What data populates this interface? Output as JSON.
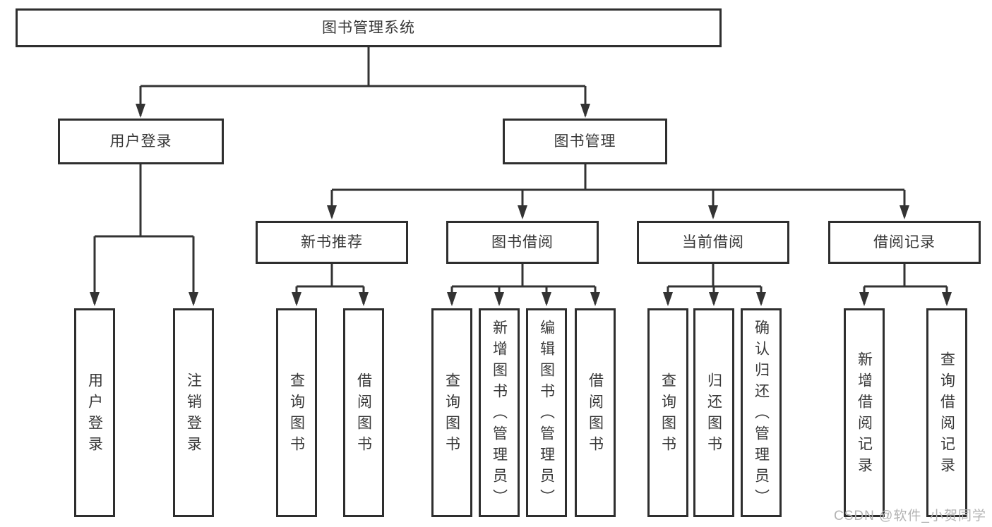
{
  "diagram": {
    "root_label": "图书管理系统",
    "level2": {
      "login": {
        "label": "用户登录",
        "children": [
          "用户登录",
          "注销登录"
        ]
      },
      "manage": {
        "label": "图书管理"
      }
    },
    "level3": [
      {
        "label": "新书推荐",
        "children": [
          "查询图书",
          "借阅图书"
        ]
      },
      {
        "label": "图书借阅",
        "children": [
          "查询图书",
          "新增图书（管理员）",
          "编辑图书（管理员）",
          "借阅图书"
        ]
      },
      {
        "label": "当前借阅",
        "children": [
          "查询图书",
          "归还图书",
          "确认归还（管理员）"
        ]
      },
      {
        "label": "借阅记录",
        "children": [
          "新增借阅记录",
          "查询借阅记录"
        ]
      }
    ]
  },
  "watermark": "CSDN @软件_小贺同学",
  "colors": {
    "line": "#333333",
    "box_border": "#2e2e2e",
    "box_background": "#ffffff",
    "text": "#383838",
    "watermark": "#b3b3b3",
    "background": "#ffffff"
  }
}
